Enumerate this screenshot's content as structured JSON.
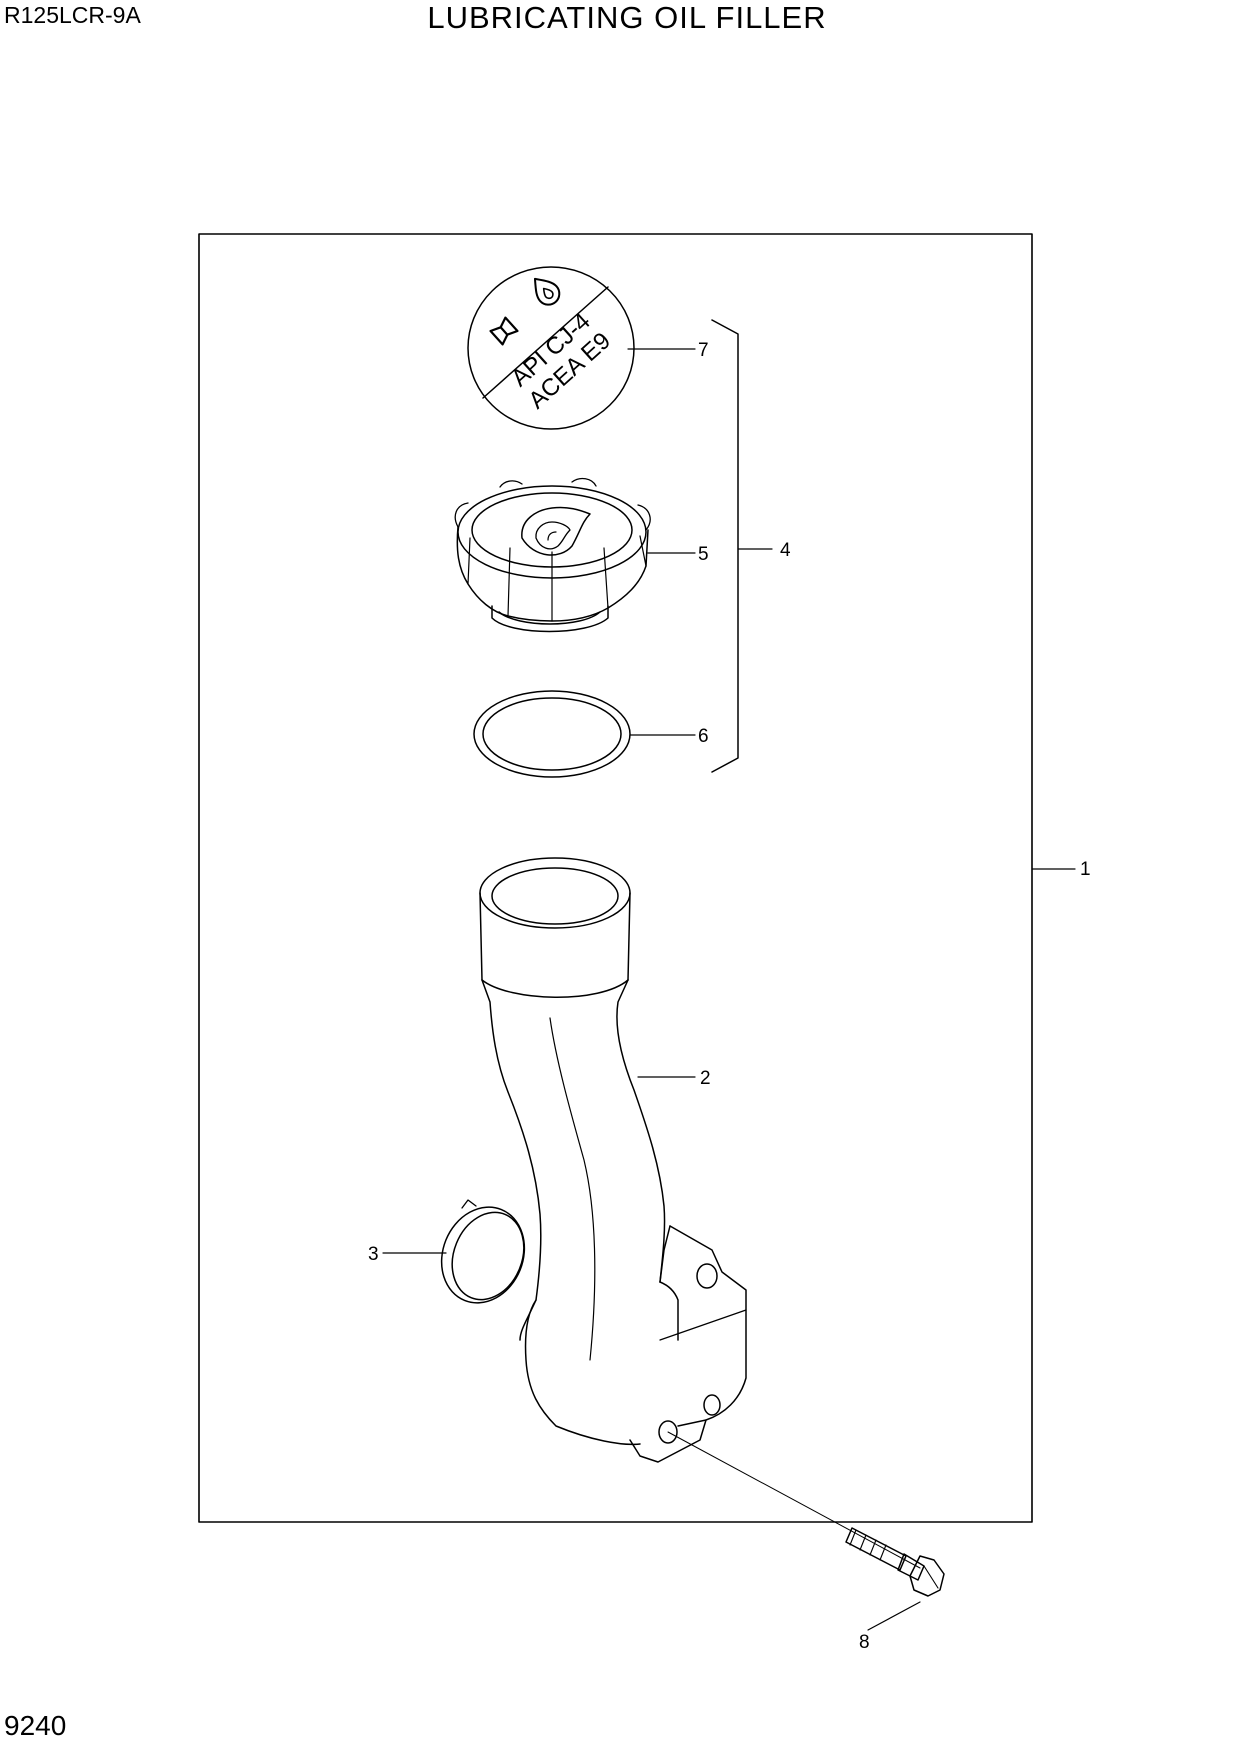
{
  "header": {
    "model": "R125LCR-9A",
    "title": "LUBRICATING OIL FILLER"
  },
  "footer": {
    "page_number": "9240"
  },
  "cap_label": {
    "line1": "API CJ-4",
    "line2": "ACEA E9"
  },
  "callouts": {
    "c1": "1",
    "c2": "2",
    "c3": "3",
    "c4": "4",
    "c5": "5",
    "c6": "6",
    "c7": "7",
    "c8": "8"
  },
  "icons": [
    "book-icon",
    "oil-drop-icon"
  ]
}
